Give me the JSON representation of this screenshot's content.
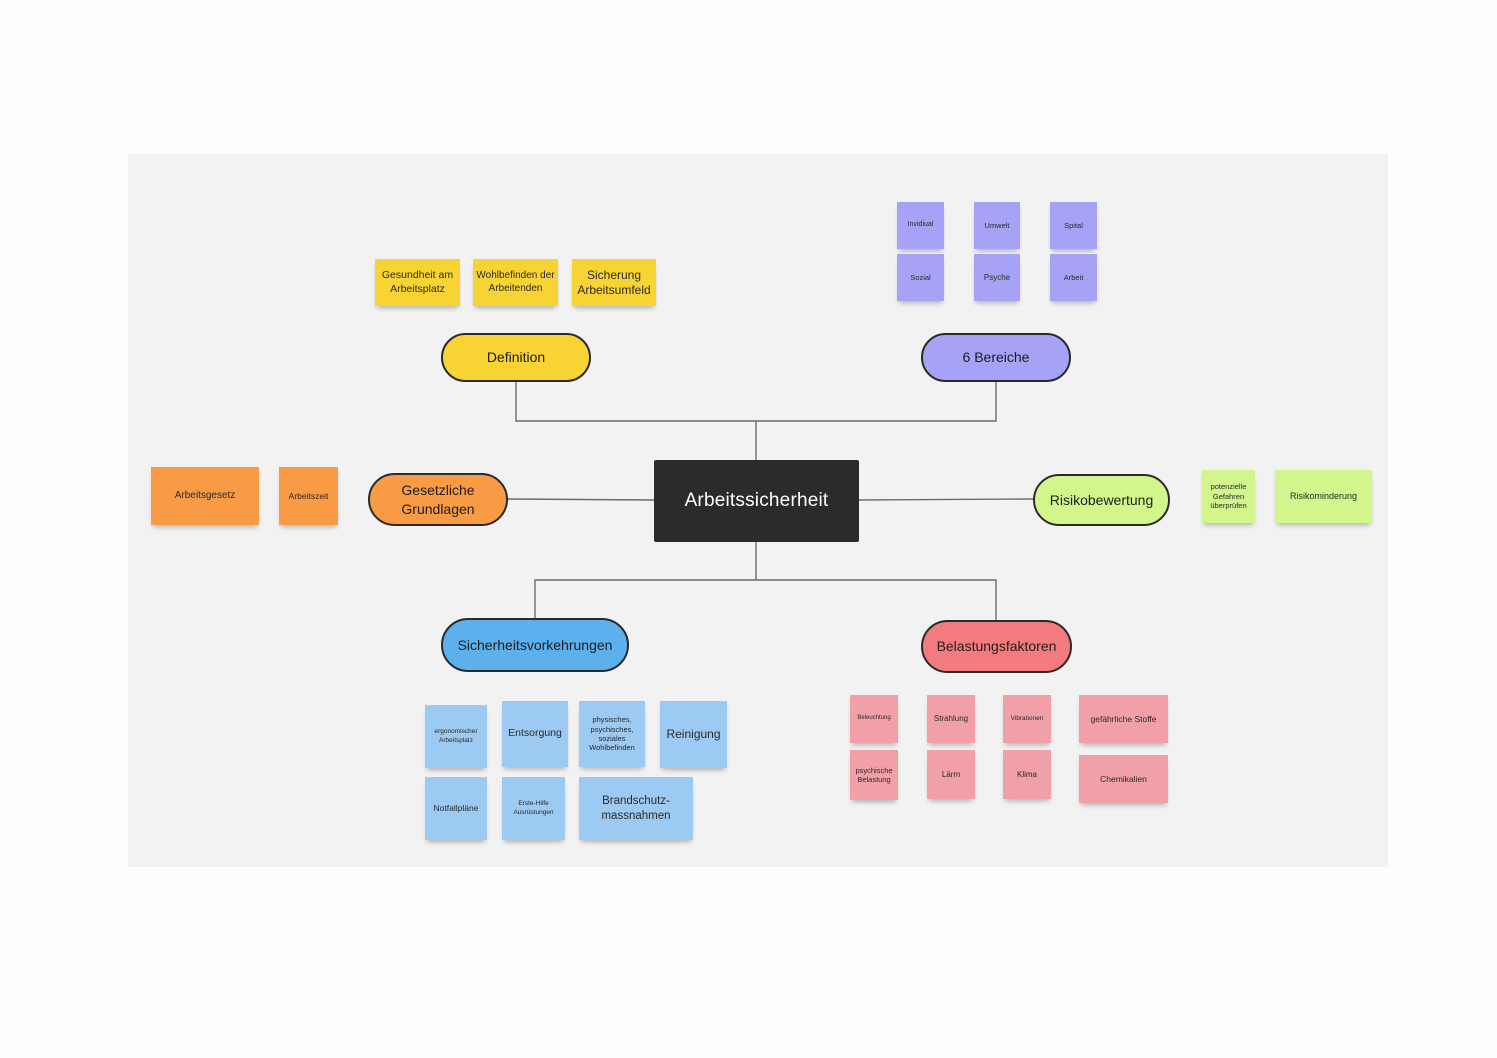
{
  "center": "Arbeitssicherheit",
  "topics": {
    "definition": "Definition",
    "bereiche": "6 Bereiche",
    "grundlagen": "Gesetzliche Grundlagen",
    "risiko": "Risikobewertung",
    "vorkehrungen": "Sicherheitsvorkehrungen",
    "belastung": "Belastungsfaktoren"
  },
  "notes": {
    "definition": [
      "Gesundheit am Arbeitsplatz",
      "Wohlbefinden der Arbeitenden",
      "Sicherung Arbeitsumfeld"
    ],
    "bereiche": [
      "Invidiual",
      "Umwelt",
      "Spital",
      "Sozial",
      "Psyche",
      "Arbeit"
    ],
    "grundlagen": [
      "Arbeitsgesetz",
      "Arbeitszeit"
    ],
    "risiko": [
      "potenzielle Gefahren überprüfen",
      "Risikominderung"
    ],
    "vorkehrungen": [
      "ergonomischer Arbeitsplatz",
      "Entsorgung",
      "physisches, psychisches, soziales Wohlbefinden",
      "Reinigung",
      "Notfallpläne",
      "Erste-Hilfe Ausrüstungen",
      "Brandschutz-massnahmen"
    ],
    "belastung": [
      "Beleuchtung",
      "Strahlung",
      "Vibrationen",
      "gefährliche Stoffe",
      "psychische Belastung",
      "Lärm",
      "Klima",
      "Chemikalien"
    ]
  },
  "colors": {
    "board": "#f2f2f2",
    "center": "#2b2b2d",
    "yellow": "#f7d433",
    "purple": "#a6a3f6",
    "orange": "#f99a45",
    "green": "#d2f58c",
    "blue": "#9ccaf2",
    "red": "#f1a0a8"
  }
}
